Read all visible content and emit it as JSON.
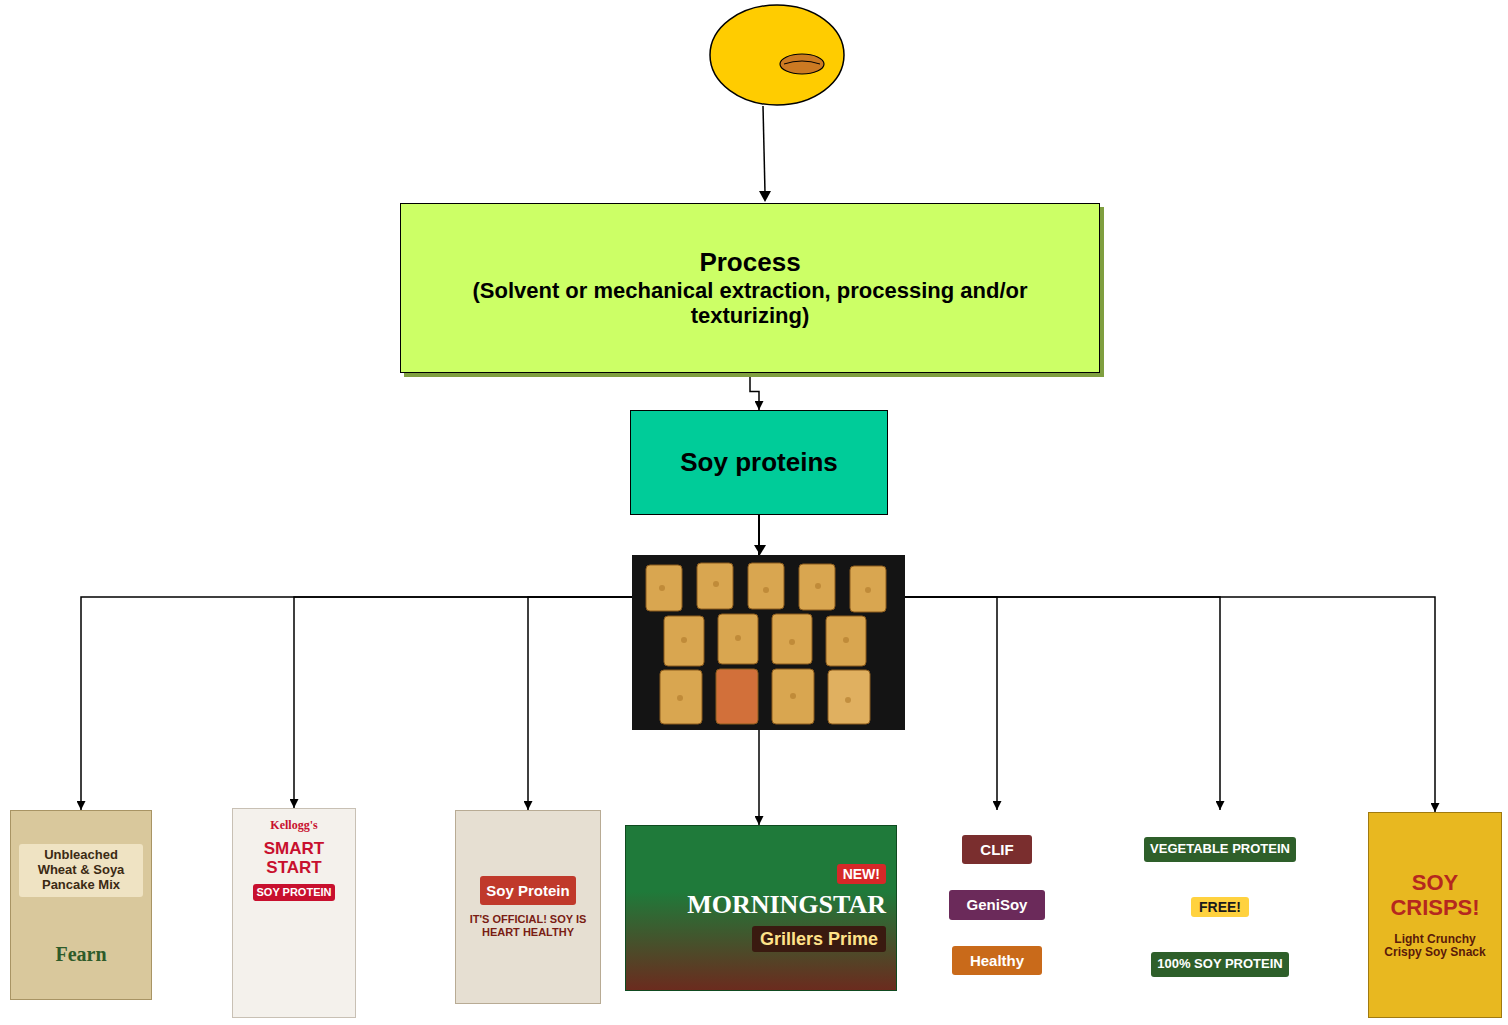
{
  "diagram": {
    "nodes": [
      {
        "text": [
          "Process",
          "(Solvent or mechanical extraction, processing and/or texturizing)"
        ]
      },
      {
        "text": [
          "Soy proteins"
        ]
      },
      {
        "text": [
          "Unbleached Wheat & Soya Pancake Mix",
          "Fearn"
        ]
      },
      {
        "text": [
          "Kellogg's",
          "SMART START",
          "SOY PROTEIN"
        ]
      },
      {
        "text": [
          "Soy Protein",
          "IT'S OFFICIAL! SOY IS HEART HEALTHY"
        ]
      },
      {
        "text": [
          "NEW!",
          "MORNINGSTAR",
          "Grillers Prime"
        ]
      },
      {
        "text": [
          "CLIF",
          "GeniSoy",
          "Healthy"
        ]
      },
      {
        "text": [
          "VEGETABLE PROTEIN",
          "FREE!",
          "100% SOY PROTEIN"
        ]
      },
      {
        "text": [
          "SOY CRISPS!",
          "Light Crunchy Crispy Soy Snack"
        ]
      }
    ],
    "edges": [
      {
        "from": 0,
        "to": 1,
        "arrow": "to"
      },
      {
        "from": 1,
        "to": 2,
        "arrow": "to"
      },
      {
        "from": 1,
        "to": 3,
        "arrow": "to"
      },
      {
        "from": 1,
        "to": 4,
        "arrow": "to"
      },
      {
        "from": 1,
        "to": 5,
        "arrow": "to"
      },
      {
        "from": 1,
        "to": 6,
        "arrow": "to"
      },
      {
        "from": 1,
        "to": 7,
        "arrow": "to"
      },
      {
        "from": 1,
        "to": 8,
        "arrow": "to"
      }
    ]
  }
}
